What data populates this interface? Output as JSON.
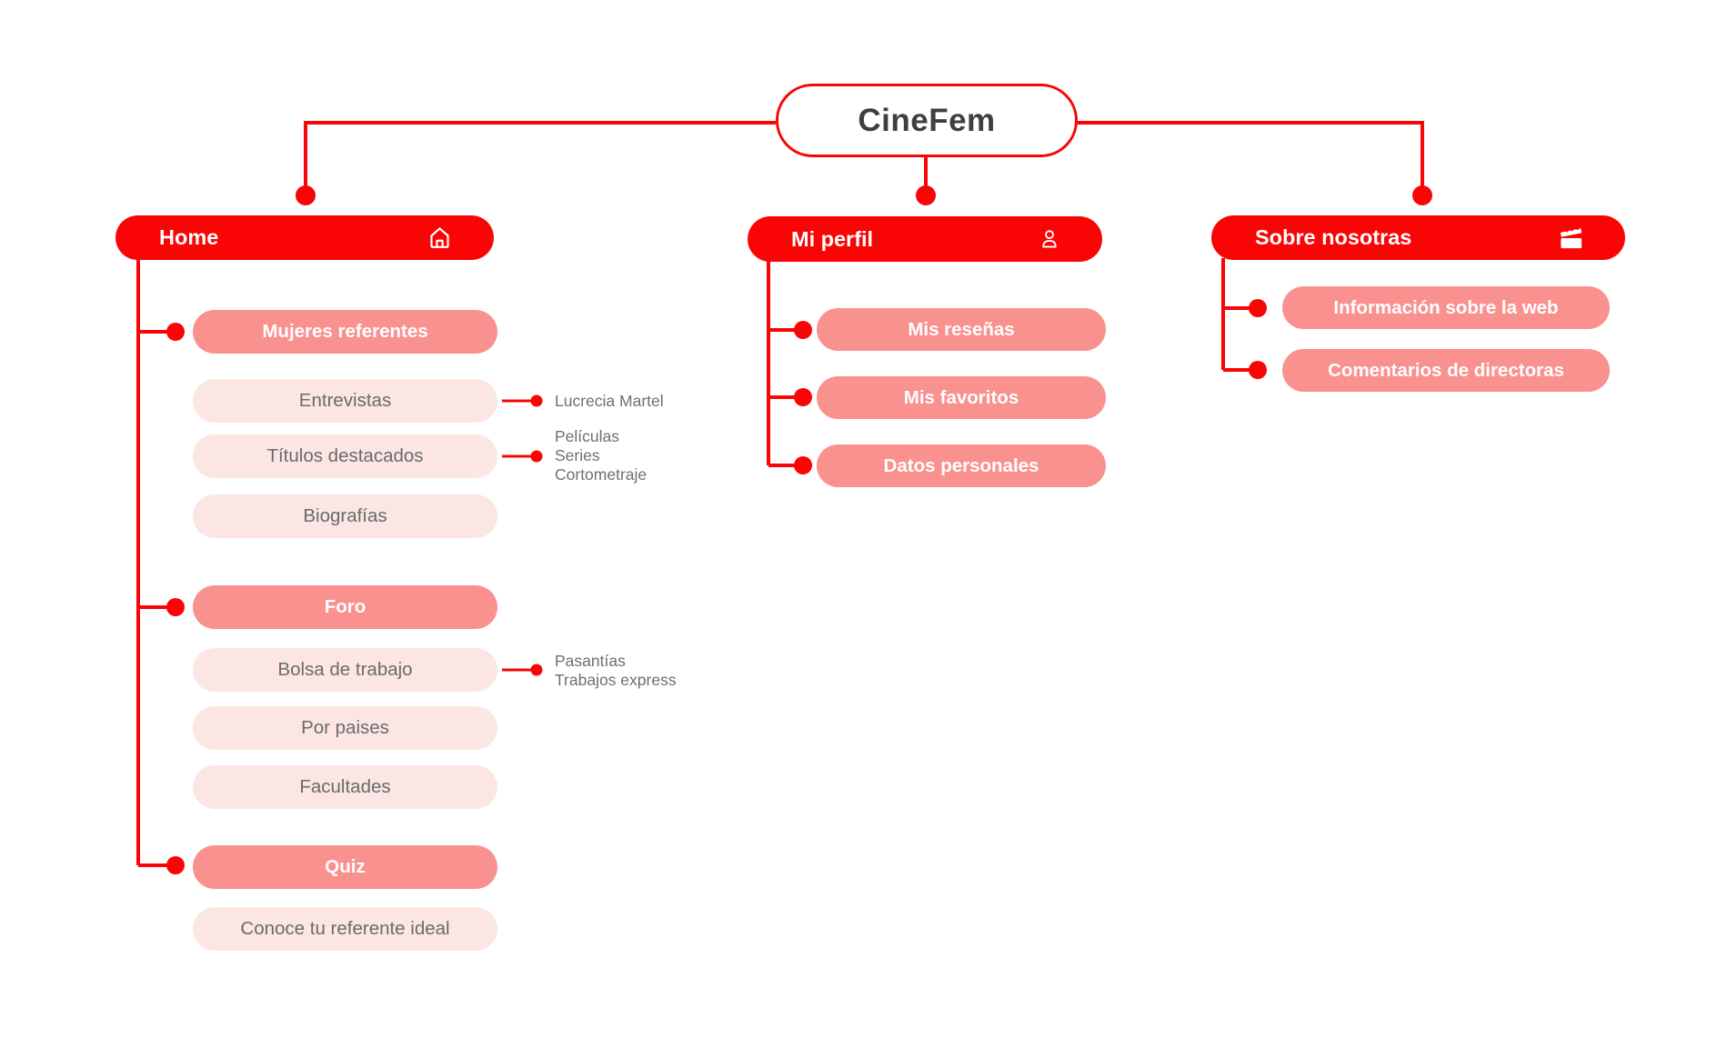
{
  "title": {
    "label": "CineFem"
  },
  "colors": {
    "line_red": "#FA0505",
    "header_red": "#FA0505",
    "highlight_pink": "#F9918F",
    "light_pink": "#FBE6E4",
    "gray_text": "#6F6F6F",
    "title_text": "#3F3F3F"
  },
  "branches": {
    "home": {
      "label": "Home",
      "icon": "home-icon",
      "items": [
        {
          "label": "Mujeres referentes",
          "style": "highlight"
        },
        {
          "label": "Entrevistas",
          "style": "plain"
        },
        {
          "label": "Títulos destacados",
          "style": "plain"
        },
        {
          "label": "Biografías",
          "style": "plain"
        },
        {
          "label": "Foro",
          "style": "highlight"
        },
        {
          "label": "Bolsa de trabajo",
          "style": "plain"
        },
        {
          "label": "Por paises",
          "style": "plain"
        },
        {
          "label": "Facultades",
          "style": "plain"
        },
        {
          "label": "Quiz",
          "style": "highlight"
        },
        {
          "label": "Conoce tu referente ideal",
          "style": "plain"
        }
      ],
      "annotations": [
        {
          "for": "Entrevistas",
          "lines": [
            "Lucrecia Martel"
          ]
        },
        {
          "for": "Títulos destacados",
          "lines": [
            "Películas",
            "Series",
            "Cortometraje"
          ]
        },
        {
          "for": "Bolsa de trabajo",
          "lines": [
            "Pasantías",
            "Trabajos express"
          ]
        }
      ]
    },
    "mi_perfil": {
      "label": "Mi perfil",
      "icon": "person-icon",
      "items": [
        {
          "label": "Mis reseñas",
          "style": "highlight"
        },
        {
          "label": "Mis favoritos",
          "style": "highlight"
        },
        {
          "label": "Datos personales",
          "style": "highlight"
        }
      ]
    },
    "sobre_nosotras": {
      "label": "Sobre nosotras",
      "icon": "clapperboard-icon",
      "items": [
        {
          "label": "Información sobre la web",
          "style": "highlight"
        },
        {
          "label": "Comentarios de directoras",
          "style": "highlight"
        }
      ]
    }
  }
}
